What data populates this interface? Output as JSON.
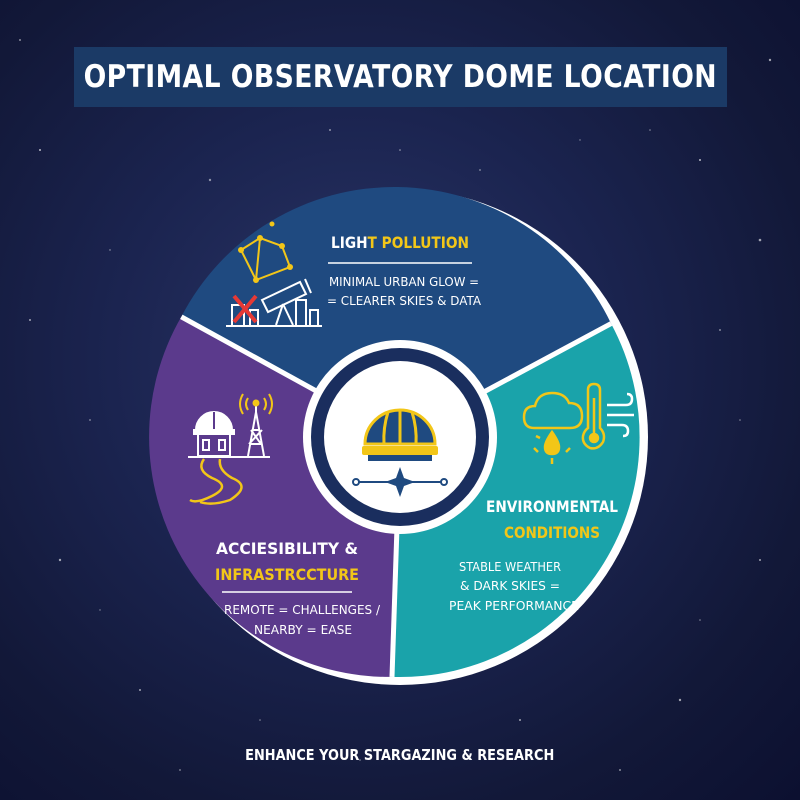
{
  "title": "OPTIMAL OBSERVATORY DOME LOCATION",
  "segments": {
    "light_pollution": {
      "title_white": "LIGH",
      "title_yellow": "T POLLUTION",
      "line1": "MINIMAL URBAN GLOW =",
      "line2": "= CLEARER SKIES & DATA",
      "icon": "telescope-constellation-city-icon"
    },
    "environmental": {
      "title_white": "ENVIRONMENTAL",
      "title_yellow": "CONDITIONS",
      "line1": "STABLE WEATHER",
      "line2": "& DARK SKIES =",
      "line3": "PEAK PERFORMANCE",
      "icon": "weather-thermometer-wind-icon"
    },
    "accessibility": {
      "title_white": "ACCIESIBILITY &",
      "title_yellow": "INFRASTRCCTURE",
      "line1": "REMOTE = CHALLENGES /",
      "line2": "NEARBY = EASE",
      "icon": "observatory-road-tower-icon"
    }
  },
  "center_icon": "observatory-dome-icon",
  "footer": "ENHANCE YOUR STARGAZING & RESEARCH",
  "colors": {
    "light_pollution": "#1f4a80",
    "environmental": "#1aa3aa",
    "accessibility": "#5b3a8c",
    "accent_yellow": "#f2c618",
    "title_banner": "#1b3a66"
  }
}
